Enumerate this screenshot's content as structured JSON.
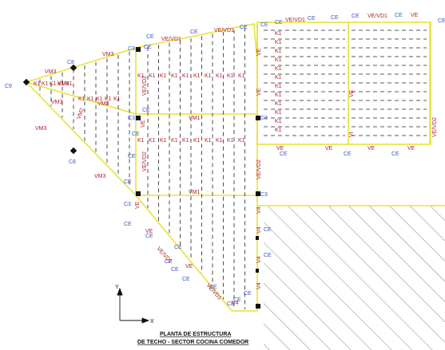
{
  "drawing": {
    "title_line1": "PLANTA DE ESTRUCTURA",
    "title_line2": "DE TECHO - SECTOR COCINA COMEDOR",
    "axis_y": "Y",
    "axis_x": "X",
    "colors": {
      "beam_outline": "#e8e23a",
      "joist_dash": "#222222",
      "label_red": "#b0202a",
      "label_blue": "#3a58c8",
      "hatch": "#555555"
    }
  },
  "labels": {
    "c9": "C9",
    "c8_top": "C8",
    "c8_bottom": "C8",
    "c3_top": "C3",
    "c3_mid": "C3",
    "c3_low": "C3",
    "c3_right_mid": "C3",
    "c3_right_low": "C3",
    "vm3_a": "VM3",
    "vm3_b": "VM3",
    "vm3_c": "VM3",
    "vm3_d": "VM3",
    "vm3_e": "VM3",
    "vm3_f": "VM3",
    "vm3_g": "VM3",
    "vm2": "VM2",
    "vm1_a": "VM1",
    "vm1_b": "VM1",
    "vevd1_a": "VE/VD1",
    "vevd1_b": "VE/VD1",
    "vevd1_c": "VE/VD1",
    "vevd1_d": "VE/VD1",
    "vevd1_e": "VE/VD1",
    "vevd1_f": "VE/VD1",
    "vevd2_a": "VE/VD2",
    "vevd2_b": "VE/VD2",
    "vevd2_c": "VE/VD2",
    "vevd2_d": "VE/VD2",
    "ve_a": "VE",
    "ve_b": "VE",
    "ve_c": "VE",
    "ve_d": "VE",
    "ve_e": "VE",
    "ve_f": "VE",
    "ve_g": "VE",
    "ve_h": "VE",
    "ve_i": "VE",
    "ve_j": "VE",
    "ve_k": "VE",
    "ve_l": "VE",
    "v4_a": "V4",
    "v4_b": "V4",
    "v4_c": "V4",
    "v4_d": "V4",
    "v4_e": "V4",
    "vi": "VI",
    "ce_list": [
      "CE",
      "CE",
      "CE",
      "CE",
      "CE",
      "CE",
      "CE",
      "CE",
      "CE",
      "CE",
      "CE",
      "CE",
      "CE",
      "CE",
      "CE",
      "CE",
      "CE",
      "CE",
      "CE",
      "CE",
      "CE",
      "CE",
      "CE",
      "CE",
      "CE",
      "CE",
      "CE",
      "CE",
      "CE",
      "CE"
    ],
    "k1": "K1"
  }
}
